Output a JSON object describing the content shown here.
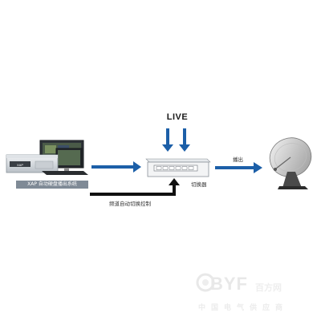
{
  "diagram": {
    "live_label": "LIVE",
    "system_caption": "XAP 自动硬盘播出系统",
    "switcher_caption": "切换器",
    "control_caption": "频道自动切换控制",
    "output_caption": "播出",
    "colors": {
      "arrow_blue": "#1c5fa8",
      "control_line": "#111111",
      "caption_bg": "#7f8a96"
    }
  },
  "watermark": {
    "brand": "BYF",
    "brand_cn": "百方网",
    "subtitle": "中国电气供应商"
  }
}
